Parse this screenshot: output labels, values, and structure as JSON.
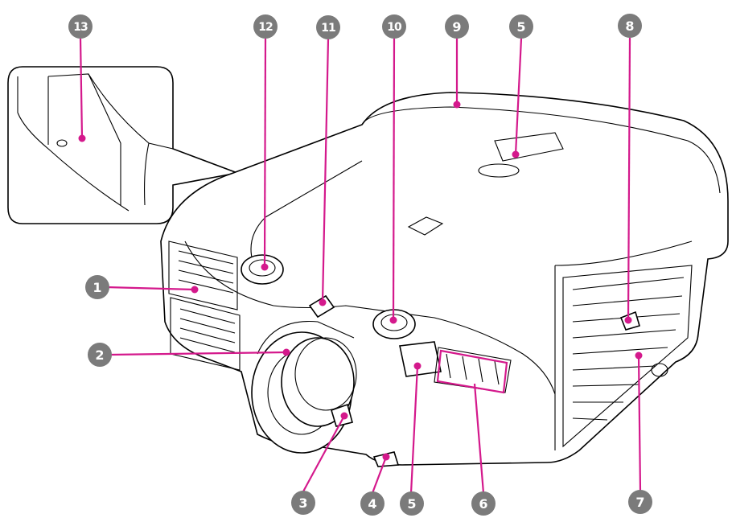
{
  "colors": {
    "callout_badge": "#7b7b7b",
    "pointer": "#d4198c",
    "line": "#000000",
    "background": "#ffffff"
  },
  "callouts": [
    {
      "id": "1",
      "label": "1"
    },
    {
      "id": "2",
      "label": "2"
    },
    {
      "id": "3",
      "label": "3"
    },
    {
      "id": "4",
      "label": "4"
    },
    {
      "id": "5a",
      "label": "5"
    },
    {
      "id": "6",
      "label": "6"
    },
    {
      "id": "7",
      "label": "7"
    },
    {
      "id": "8",
      "label": "8"
    },
    {
      "id": "9",
      "label": "9"
    },
    {
      "id": "5b",
      "label": "5"
    },
    {
      "id": "10",
      "label": "10"
    },
    {
      "id": "11",
      "label": "11"
    },
    {
      "id": "12",
      "label": "12"
    },
    {
      "id": "13",
      "label": "13"
    }
  ]
}
